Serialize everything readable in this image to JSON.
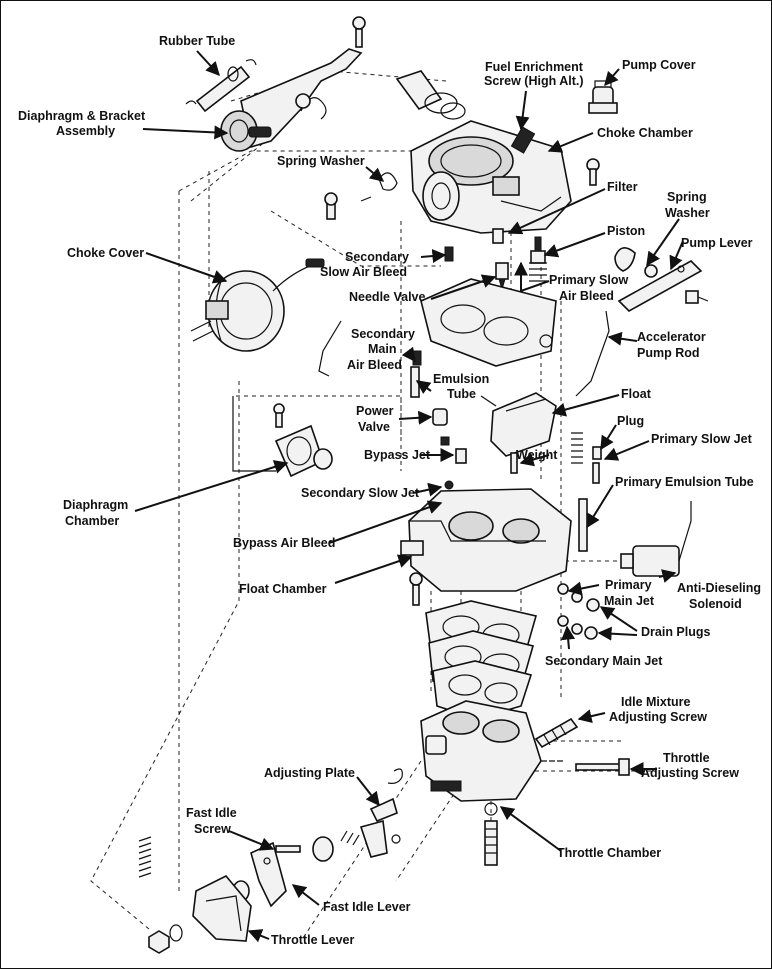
{
  "labels": {
    "rubber_tube": "Rubber Tube",
    "diaphragm_bracket_1": "Diaphragm & Bracket",
    "diaphragm_bracket_2": "Assembly",
    "spring_washer_top": "Spring Washer",
    "choke_cover": "Choke Cover",
    "fuel_enrichment_1": "Fuel Enrichment",
    "fuel_enrichment_2": "Screw (High Alt.)",
    "pump_cover": "Pump Cover",
    "choke_chamber": "Choke Chamber",
    "filter": "Filter",
    "spring_washer_right_1": "Spring",
    "spring_washer_right_2": "Washer",
    "pump_lever": "Pump Lever",
    "piston": "Piston",
    "secondary_slow_air_bleed_1": "Secondary",
    "secondary_slow_air_bleed_2": "Slow Air Bleed",
    "primary_slow_air_bleed_1": "Primary Slow",
    "primary_slow_air_bleed_2": "Air Bleed",
    "needle_valve": "Needle Valve",
    "accelerator_pump_rod_1": "Accelerator",
    "accelerator_pump_rod_2": "Pump Rod",
    "secondary_main_air_bleed_1": "Secondary",
    "secondary_main_air_bleed_2": "Main",
    "secondary_main_air_bleed_3": "Air Bleed",
    "emulsion_tube_1": "Emulsion",
    "emulsion_tube_2": "Tube",
    "float": "Float",
    "power_valve_1": "Power",
    "power_valve_2": "Valve",
    "plug": "Plug",
    "primary_slow_jet": "Primary Slow Jet",
    "bypass_jet": "Bypass Jet",
    "weight": "Weight",
    "diaphragm_chamber_1": "Diaphragm",
    "diaphragm_chamber_2": "Chamber",
    "secondary_slow_jet": "Secondary Slow Jet",
    "primary_emulsion_tube": "Primary Emulsion Tube",
    "bypass_air_bleed": "Bypass Air Bleed",
    "float_chamber": "Float Chamber",
    "primary_main_jet_1": "Primary",
    "primary_main_jet_2": "Main Jet",
    "anti_dieseling_1": "Anti-Dieseling",
    "anti_dieseling_2": "Solenoid",
    "drain_plugs": "Drain Plugs",
    "secondary_main_jet": "Secondary Main Jet",
    "idle_mixture_1": "Idle Mixture",
    "idle_mixture_2": "Adjusting Screw",
    "adjusting_plate": "Adjusting Plate",
    "throttle_adjusting_1": "Throttle",
    "throttle_adjusting_2": "Adjusting Screw",
    "fast_idle_screw_1": "Fast Idle",
    "fast_idle_screw_2": "Screw",
    "throttle_chamber": "Throttle Chamber",
    "fast_idle_lever": "Fast Idle Lever",
    "throttle_lever": "Throttle Lever"
  }
}
